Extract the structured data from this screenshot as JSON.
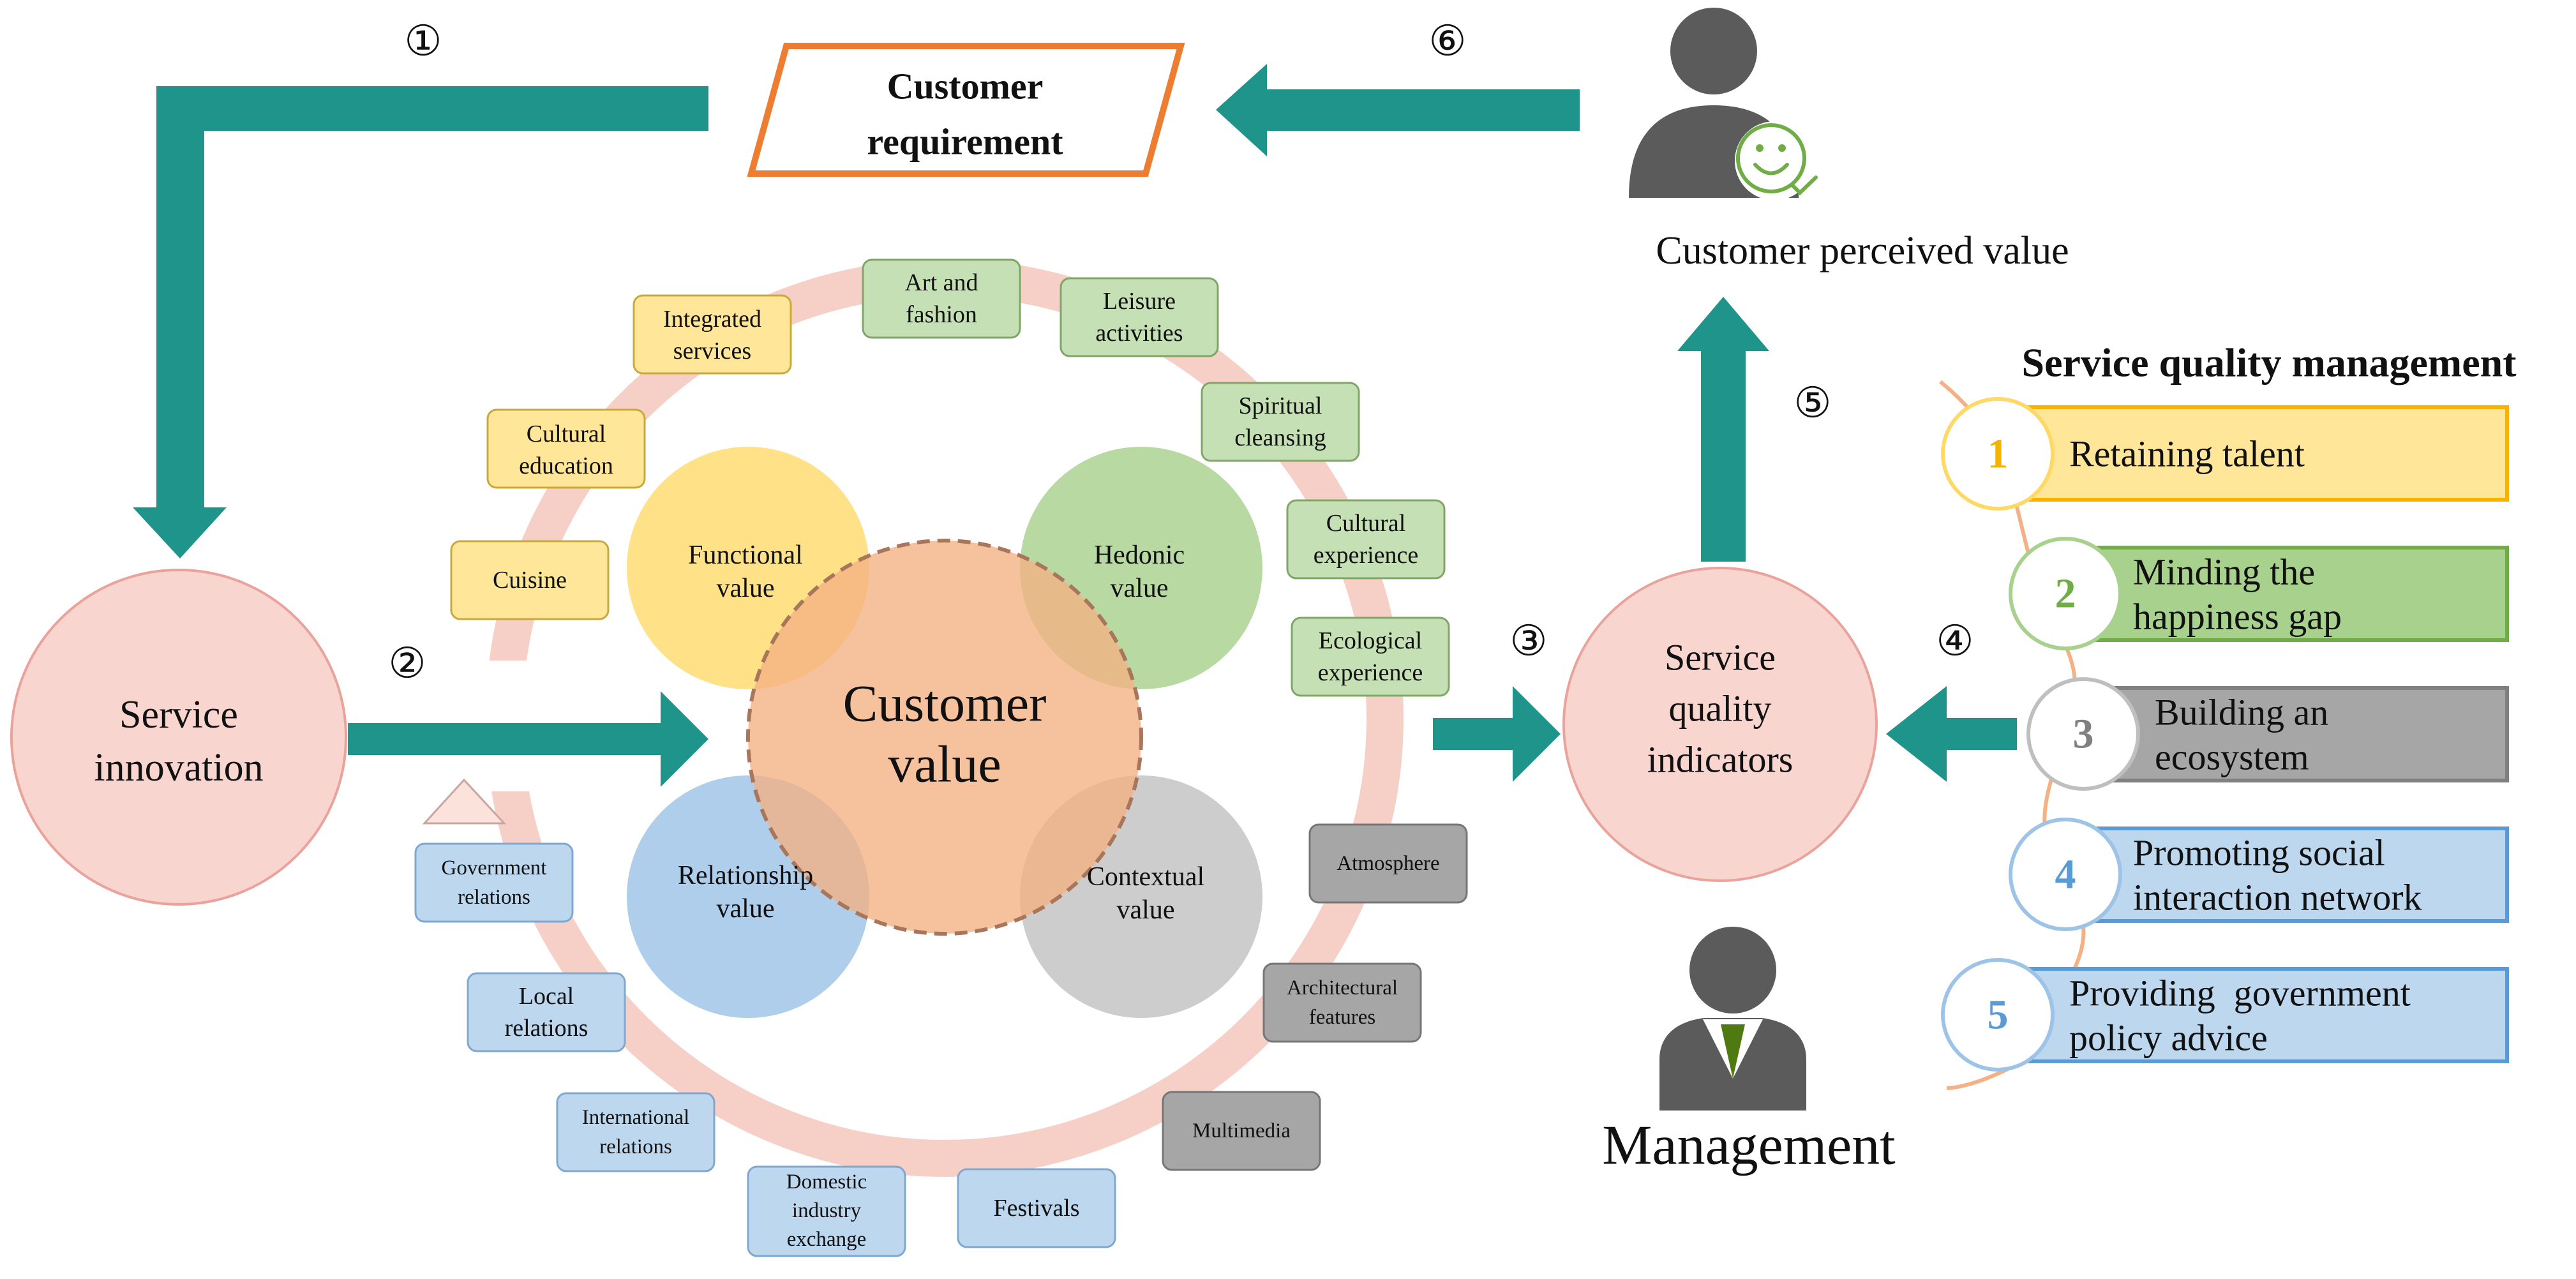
{
  "steps": [
    "①",
    "②",
    "③",
    "④",
    "⑤",
    "⑥"
  ],
  "customer_requirement": [
    "Customer",
    "requirement"
  ],
  "customer_perceived_value": "Customer perceived value",
  "service_innovation": [
    "Service",
    "innovation"
  ],
  "customer_value": [
    "Customer",
    "value"
  ],
  "value_circles": {
    "functional": [
      "Functional",
      "value"
    ],
    "hedonic": [
      "Hedonic",
      "value"
    ],
    "relationship": [
      "Relationship",
      "value"
    ],
    "contextual": [
      "Contextual",
      "value"
    ]
  },
  "service_quality_indicators": [
    "Service",
    "quality",
    "indicators"
  ],
  "management": "Management",
  "sqm": {
    "title": "Service quality management",
    "items": [
      {
        "num": "1",
        "lines": [
          "Retaining talent"
        ]
      },
      {
        "num": "2",
        "lines": [
          "Minding the",
          "happiness gap"
        ]
      },
      {
        "num": "3",
        "lines": [
          "Building an",
          "ecosystem"
        ]
      },
      {
        "num": "4",
        "lines": [
          "Promoting social",
          "interaction network"
        ]
      },
      {
        "num": "5",
        "lines": [
          "Providing  government",
          "policy advice"
        ]
      }
    ]
  },
  "ring_tags": {
    "functional": [
      [
        "Cuisine"
      ],
      [
        "Cultural",
        "education"
      ],
      [
        "Integrated",
        "services"
      ]
    ],
    "hedonic": [
      [
        "Art and",
        "fashion"
      ],
      [
        "Leisure",
        "activities"
      ],
      [
        "Spiritual",
        "cleansing"
      ],
      [
        "Cultural",
        "experience"
      ],
      [
        "Ecological",
        "experience"
      ]
    ],
    "contextual": [
      [
        "Atmosphere"
      ],
      [
        "Architectural",
        "features"
      ],
      [
        "Multimedia"
      ]
    ],
    "relationship": [
      [
        "Festivals"
      ],
      [
        "Domestic",
        "industry",
        "exchange"
      ],
      [
        "International",
        "relations"
      ],
      [
        "Local",
        "relations"
      ],
      [
        "Government",
        "relations"
      ]
    ]
  },
  "colors": {
    "arrow": "#1f948a",
    "orange_outline": "#ed7d31",
    "pink_fill": "#f9d5cf",
    "pink_stroke": "#e9a39a",
    "ring": "#f6d0c6",
    "customer_value_fill": "#f4b183",
    "yellow": "#ffe699",
    "green": "#c5e0b4",
    "gray": "#a6a6a6",
    "blue": "#bdd7ee",
    "dark_icon": "#5b5b5b",
    "smile": "#70ad47",
    "tie": "#4e7a11"
  }
}
